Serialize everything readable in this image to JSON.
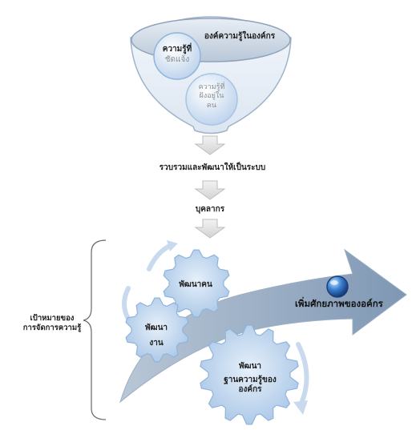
{
  "funnel": {
    "title": "องค์ความรู้ในองค์กร",
    "explicit_knowledge": [
      "ความรู้ที่",
      "ชัดแจ้ง"
    ],
    "tacit_knowledge": [
      "ความรู้ที่",
      "ฝังอยู่ใน",
      "คน"
    ]
  },
  "steps": {
    "collect": "รวบรวมและพัฒนาให้เป็นระบบ",
    "personnel": "บุคลากร"
  },
  "goals": {
    "label": [
      "เป้าหมายของ",
      "การจัดการความรู้"
    ],
    "gear_people": "พัฒนาคน",
    "gear_work": [
      "พัฒนา",
      "งาน"
    ],
    "gear_base": [
      "พัฒนา",
      "ฐานความรู้ของ",
      "องค์กร"
    ]
  },
  "outcome": {
    "arrow_label": "เพิ่มศักยภาพของอค์กร"
  },
  "colors": {
    "gear_fill": "#cfe0f3",
    "gear_stroke": "#8eb4dd",
    "arrow_fill": "#8da3bd",
    "funnel_fill": "#e9eff7",
    "down_arrow": "#e4e4e4",
    "text": "#1f1f1f"
  }
}
